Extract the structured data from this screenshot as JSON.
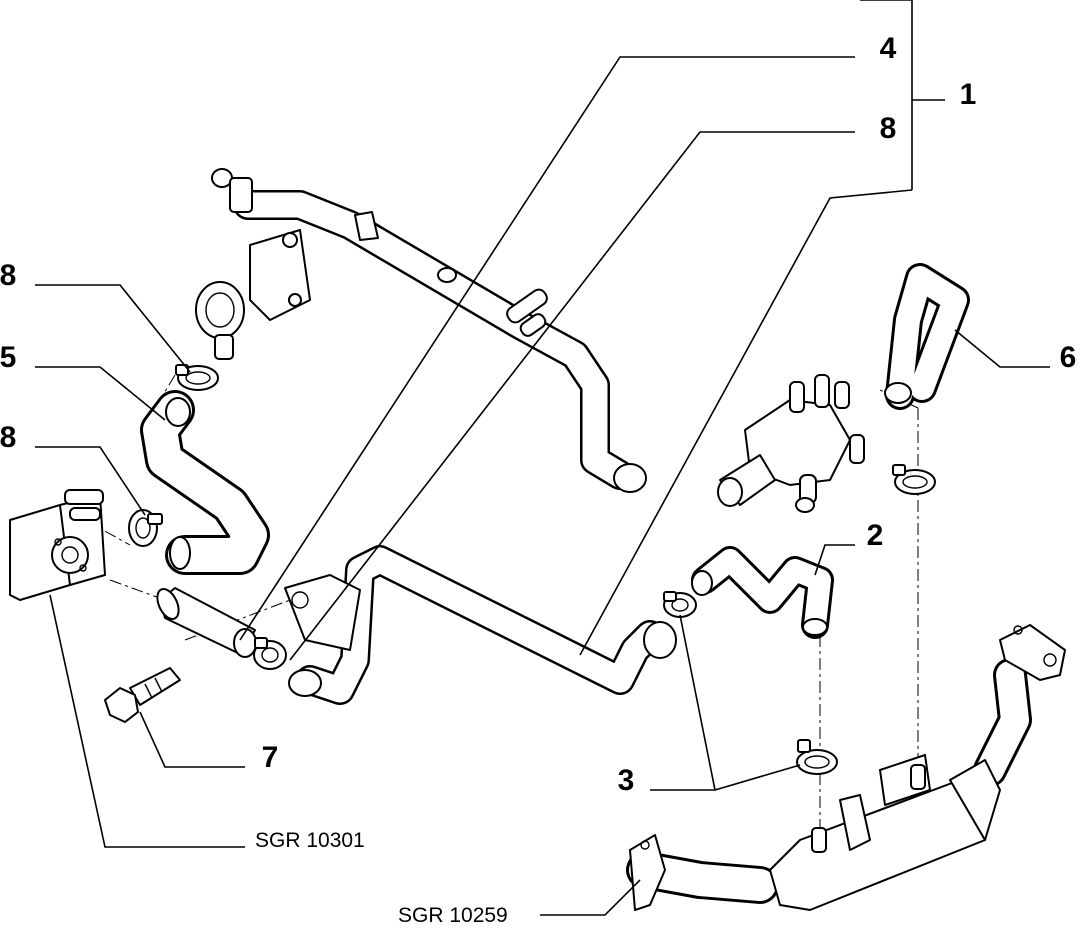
{
  "callouts": {
    "c1": "1",
    "c2": "2",
    "c3": "3",
    "c4": "4",
    "c5": "5",
    "c6": "6",
    "c7": "7",
    "c8_top": "8",
    "c8_mid": "8",
    "c8_left": "8"
  },
  "references": {
    "oil_cooler": "SGR 10301",
    "egr_cooler": "SGR 10259"
  }
}
